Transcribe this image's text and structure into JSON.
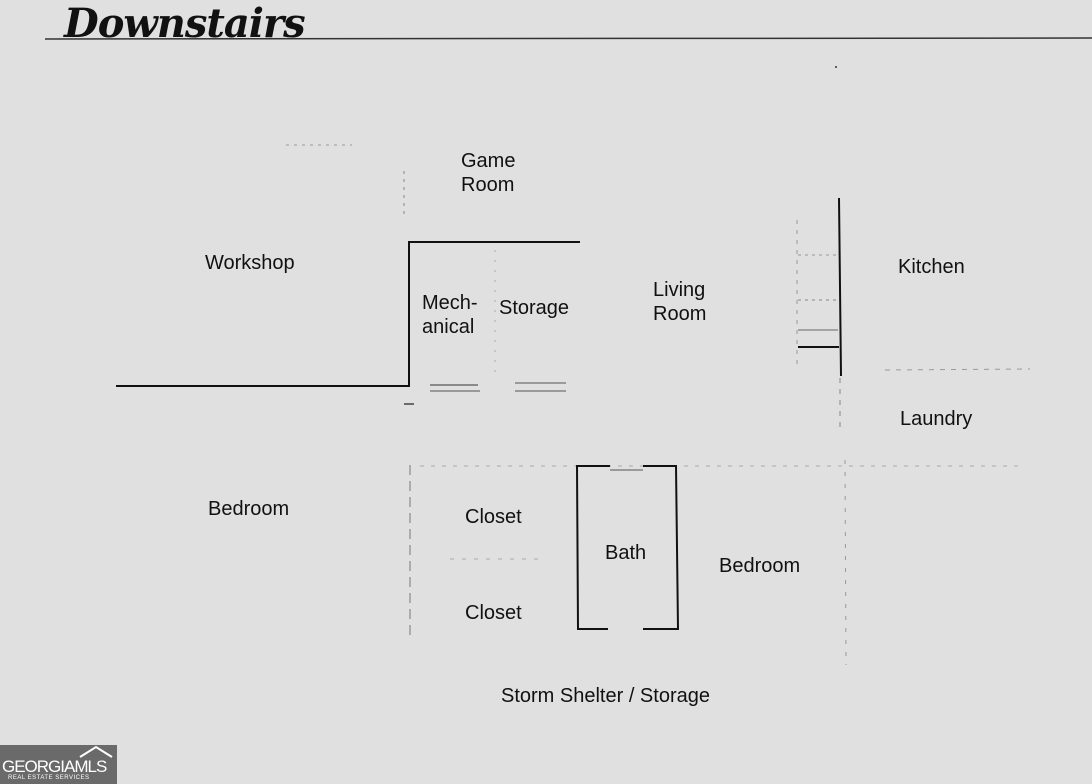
{
  "title": "Downstairs",
  "rooms": {
    "game_room": "Game\nRoom",
    "workshop": "Workshop",
    "mechanical": "Mech-\nanical",
    "storage": "Storage",
    "living_room": "Living\nRoom",
    "kitchen": "Kitchen",
    "laundry": "Laundry",
    "bedroom_left": "Bedroom",
    "closet_top": "Closet",
    "closet_bottom": "Closet",
    "bath": "Bath",
    "bedroom_right": "Bedroom",
    "storm_shelter": "Storm Shelter / Storage"
  },
  "logo": {
    "brand": "GEORGIAMLS",
    "tagline": "REAL ESTATE SERVICES"
  }
}
